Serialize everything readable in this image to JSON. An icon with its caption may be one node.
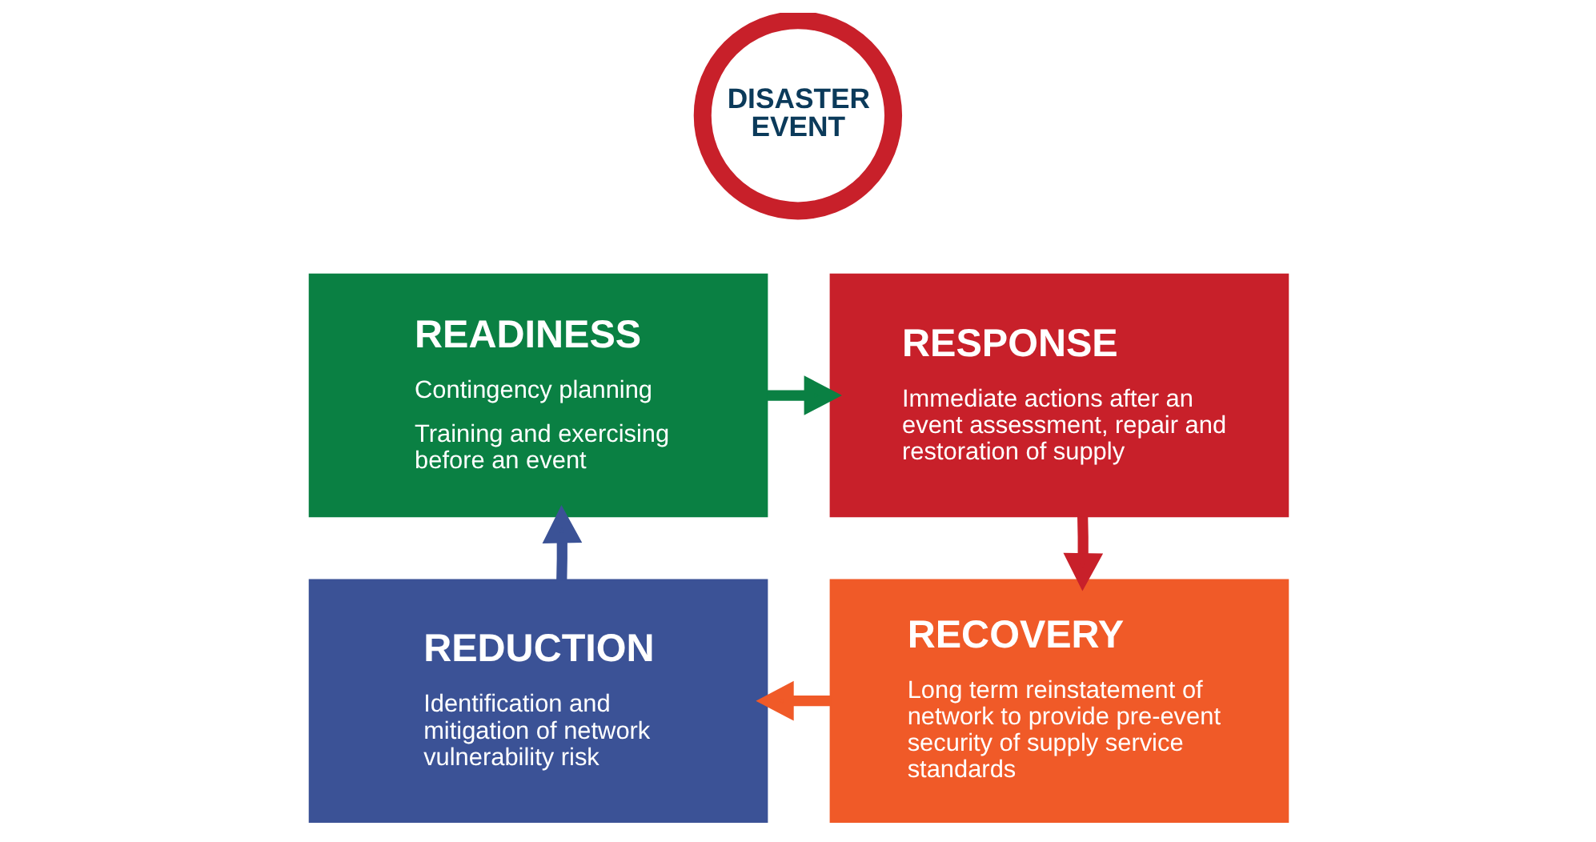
{
  "diagram": {
    "nodes": [
      {
        "text": [
          "DISASTER EVENT"
        ]
      },
      {
        "text": [
          "READINESS",
          "Contingency planning",
          "Training and exercising before an event"
        ]
      },
      {
        "text": [
          "RESPONSE",
          "Immediate actions after an event assessment, repair and restoration of supply"
        ]
      },
      {
        "text": [
          "REDUCTION",
          "Identification and mitigation of network vulnerability risk"
        ]
      },
      {
        "text": [
          "RECOVERY",
          "Long term reinstatement of network to provide pre-event security of supply service standards"
        ]
      }
    ],
    "edges": [
      {
        "from": 1,
        "to": 2,
        "arrow": "to",
        "color": "#0a8043"
      },
      {
        "from": 2,
        "to": 4,
        "arrow": "to",
        "color": "#c8202a"
      },
      {
        "from": 4,
        "to": 3,
        "arrow": "to",
        "color": "#f05a28"
      },
      {
        "from": 3,
        "to": 1,
        "arrow": "to",
        "color": "#3b5296"
      }
    ]
  }
}
